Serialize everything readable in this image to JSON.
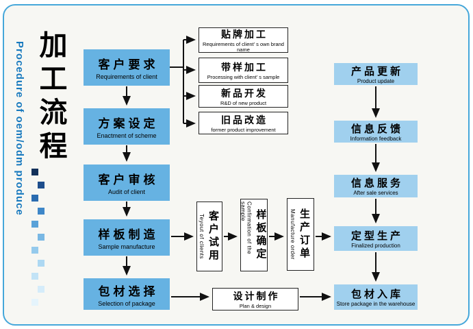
{
  "title": {
    "cn": "加工流程",
    "en": "Procedure of oem/odm produce"
  },
  "left_flow": [
    {
      "cn": "客户要求",
      "en": "Requirements of client"
    },
    {
      "cn": "方案设定",
      "en": "Enactment of scheme"
    },
    {
      "cn": "客户审核",
      "en": "Audit of client"
    },
    {
      "cn": "样板制造",
      "en": "Sample manufacture"
    },
    {
      "cn": "包材选择",
      "en": "Selection of package"
    }
  ],
  "branch_boxes": [
    {
      "cn": "贴牌加工",
      "en": "Requirements of client’ s own brand name"
    },
    {
      "cn": "带样加工",
      "en": "Processing with client’ s sample"
    },
    {
      "cn": "新品开发",
      "en": "R&D of new product"
    },
    {
      "cn": "旧品改造",
      "en": "former product improvement"
    }
  ],
  "middle_flow": [
    {
      "cn": "客户试用",
      "en": "Teyout of clients"
    },
    {
      "cn": "样板确定",
      "en": "Confirmation of the sample"
    },
    {
      "cn": "生产订单",
      "en": "Manufacture order"
    }
  ],
  "design_box": {
    "cn": "设计制作",
    "en": "Plan & design"
  },
  "right_flow": [
    {
      "cn": "产品更新",
      "en": "Product update"
    },
    {
      "cn": "信息反馈",
      "en": "Information feedback"
    },
    {
      "cn": "信息服务",
      "en": "After sale services"
    },
    {
      "cn": "定型生产",
      "en": "Finalized production"
    },
    {
      "cn": "包材入库",
      "en": "Store package in the warehouse"
    }
  ],
  "colors": {
    "frame_border": "#45a7da",
    "box_blue": "#66b2e2",
    "box_blue_light": "#a0d0ee",
    "title_blue": "#1779be",
    "arrow": "#111111",
    "background": "#f7f7f3"
  }
}
